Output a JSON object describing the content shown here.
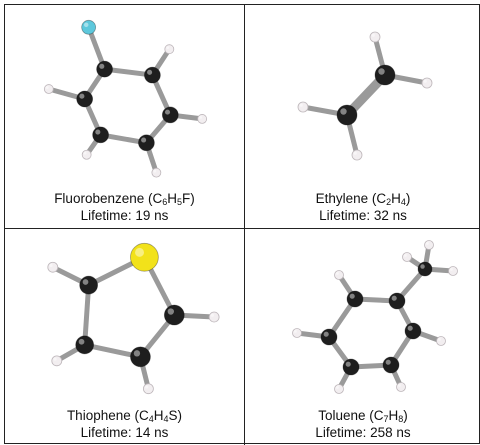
{
  "panels": [
    {
      "name": "Fluorobenzene",
      "formula": [
        [
          "C",
          "6"
        ],
        [
          "H",
          "5"
        ],
        [
          "F",
          ""
        ]
      ],
      "lifetime_label": "Lifetime:",
      "lifetime_value": "19",
      "lifetime_unit": "ns"
    },
    {
      "name": "Ethylene",
      "formula": [
        [
          "C",
          "2"
        ],
        [
          "H",
          "4"
        ]
      ],
      "lifetime_label": "Lifetime:",
      "lifetime_value": "32",
      "lifetime_unit": "ns"
    },
    {
      "name": "Thiophene",
      "formula": [
        [
          "C",
          "4"
        ],
        [
          "H",
          "4"
        ],
        [
          "S",
          ""
        ]
      ],
      "lifetime_label": "Lifetime:",
      "lifetime_value": "14",
      "lifetime_unit": "ns"
    },
    {
      "name": "Toluene",
      "formula": [
        [
          "C",
          "7"
        ],
        [
          "H",
          "8"
        ]
      ],
      "lifetime_label": "Lifetime:",
      "lifetime_value": "258",
      "lifetime_unit": "ns"
    }
  ],
  "atom_colors": {
    "C": "#1e1e1e",
    "H": "#f2eef0",
    "F": "#5ec8dc",
    "S": "#f2e21a"
  }
}
